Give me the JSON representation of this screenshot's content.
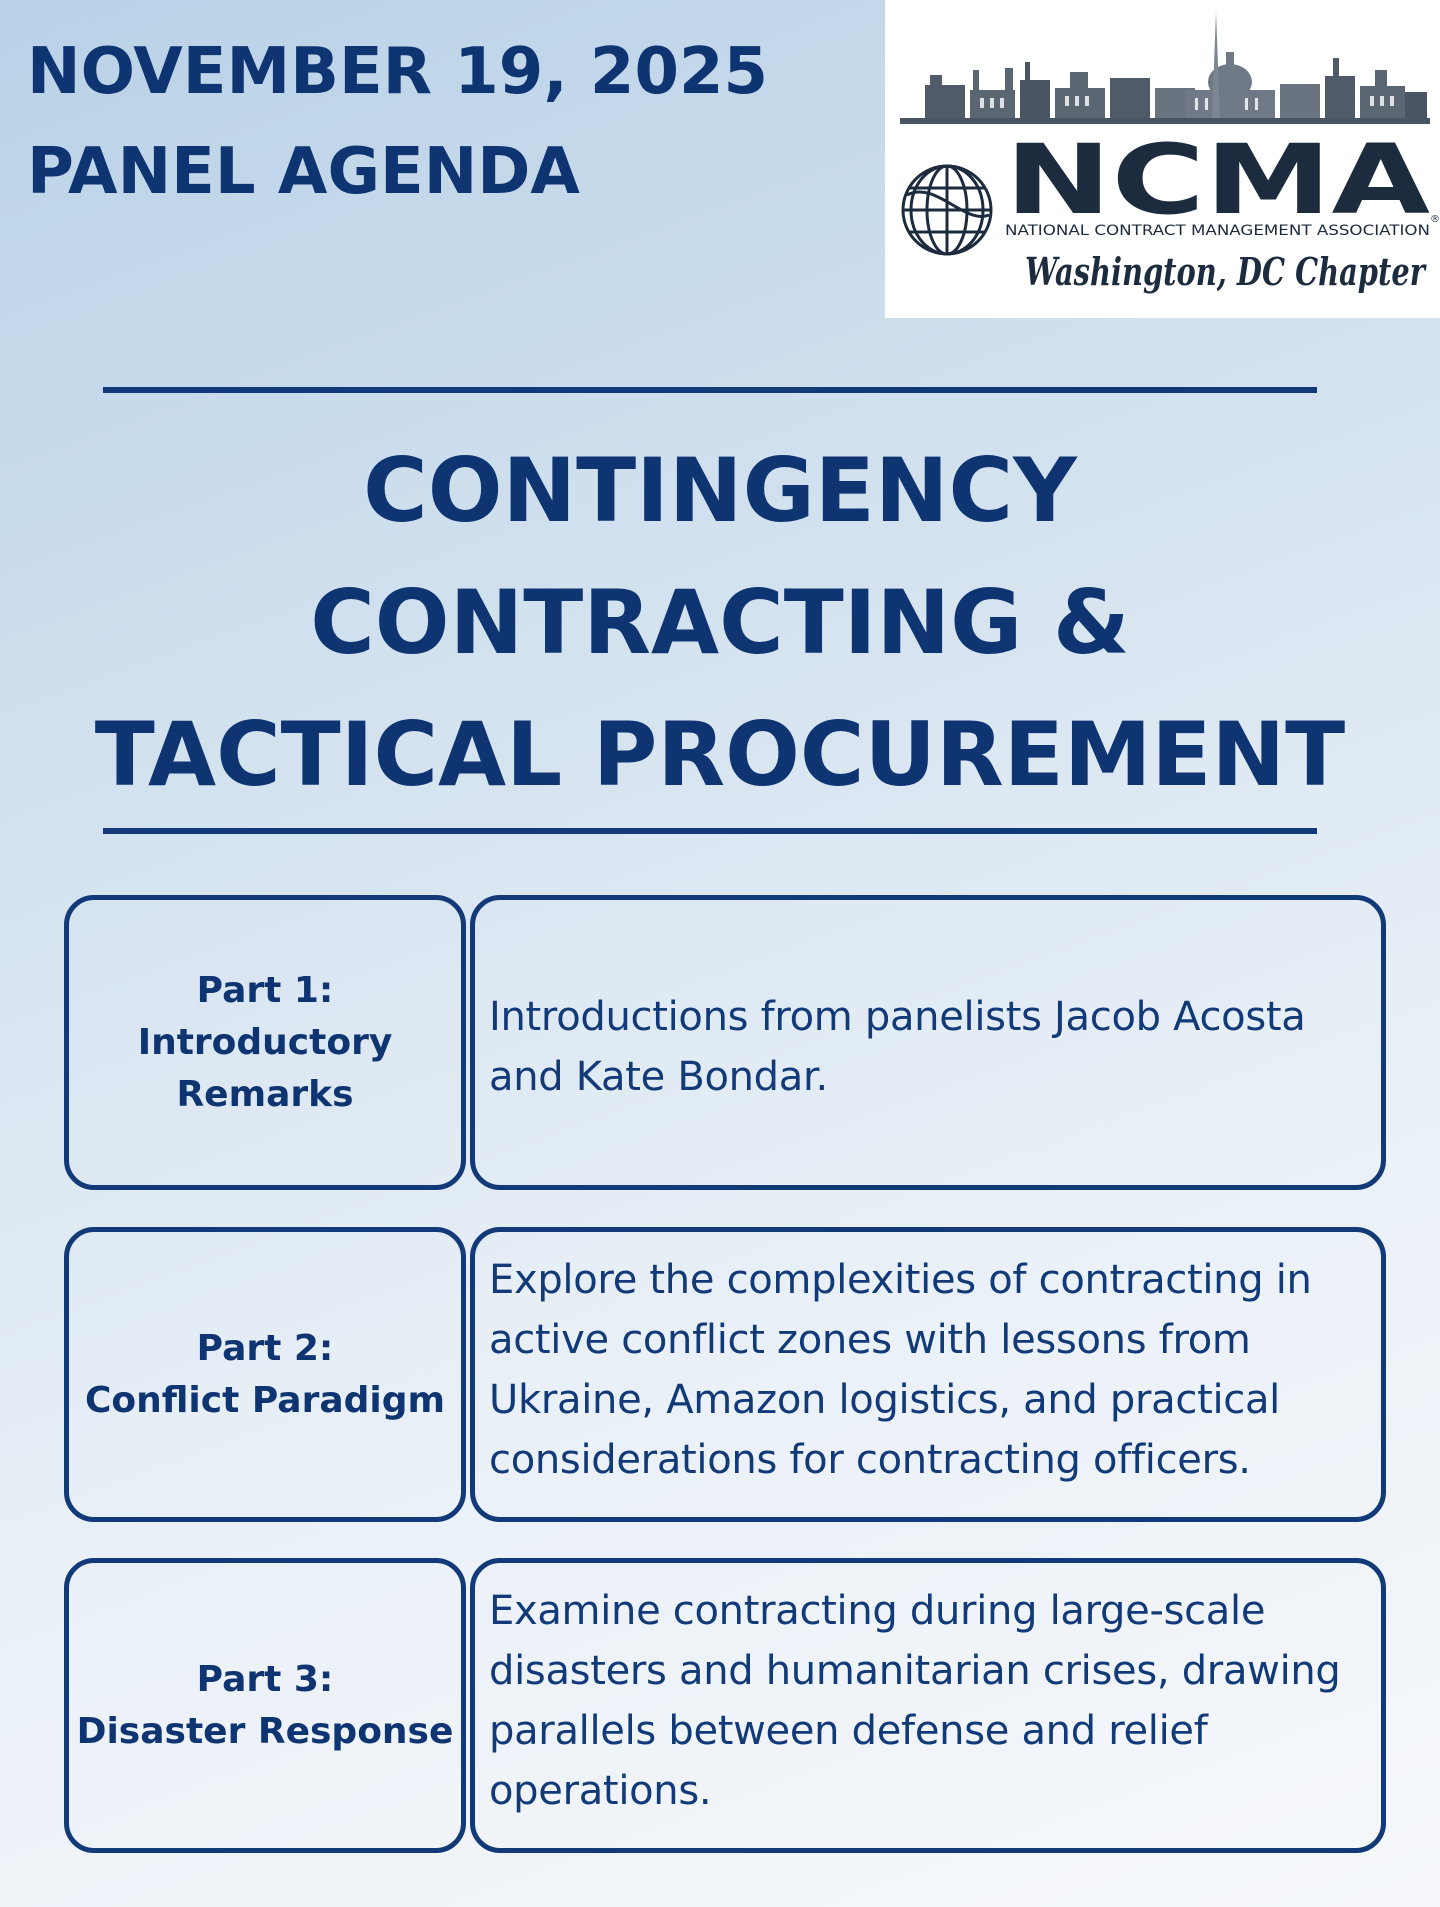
{
  "header": {
    "date": "NOVEMBER 19,  2025",
    "subtitle": "PANEL AGENDA"
  },
  "logo": {
    "name": "NCMA",
    "org": "NATIONAL CONTRACT MANAGEMENT ASSOCIATION",
    "registered": "®",
    "chapter": "Washington, DC Chapter",
    "icon": "globe-icon"
  },
  "title": {
    "line1": "CONTINGENCY",
    "line2": "CONTRACTING &",
    "line3": "TACTICAL PROCUREMENT"
  },
  "agenda": [
    {
      "part": "Part 1:",
      "name_lines": [
        "Introductory",
        "Remarks"
      ],
      "desc_lines": [
        "Introductions from panelists Jacob Acosta",
        "and Kate Bondar."
      ]
    },
    {
      "part": "Part 2:",
      "name_lines": [
        "Conflict Paradigm"
      ],
      "desc_lines": [
        "Explore the complexities of contracting in",
        "active conflict zones with lessons from",
        "Ukraine, Amazon logistics, and practical",
        "considerations for contracting officers."
      ]
    },
    {
      "part": "Part 3:",
      "name_lines": [
        "Disaster Response"
      ],
      "desc_lines": [
        "Examine contracting during large-scale",
        "disasters and humanitarian crises, drawing",
        "parallels between defense and relief",
        "operations."
      ]
    }
  ],
  "colors": {
    "navy": "#0f3472",
    "background_top": "#b9d1e7",
    "background_bottom": "#f6f8fb"
  }
}
